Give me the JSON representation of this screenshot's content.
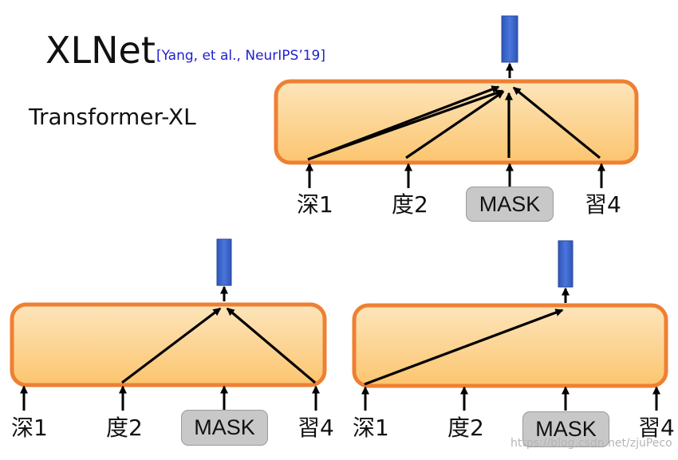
{
  "header": {
    "title": "XLNet",
    "citation": "[Yang, et al., NeurIPS’19]",
    "subtitle": "Transformer-XL"
  },
  "tokens": [
    "深1",
    "度2",
    "MASK",
    "習4"
  ],
  "watermark": "https://blog.csdn.net/zjuPeco",
  "colors": {
    "block_fill_top": "#fde5bb",
    "block_fill_bottom": "#fcc56f",
    "block_stroke": "#ee8033",
    "output_vector": "#3a62c8",
    "mask_fill": "#c8c8c8",
    "citation": "#2222cc"
  }
}
